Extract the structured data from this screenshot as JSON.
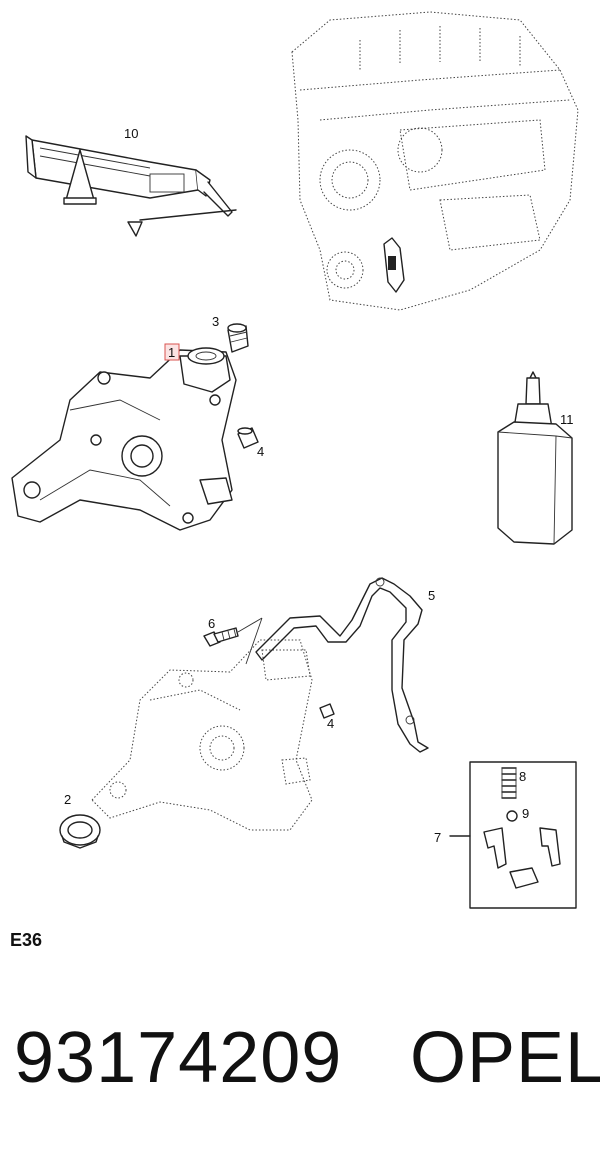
{
  "callouts": {
    "c1": "1",
    "c2": "2",
    "c3": "3",
    "c4a": "4",
    "c4b": "4",
    "c5": "5",
    "c6": "6",
    "c7": "7",
    "c8": "8",
    "c9": "9",
    "c10": "10",
    "c11": "11"
  },
  "section_code": "E36",
  "footer": {
    "part_number": "93174209",
    "brand": "OPEL"
  },
  "colors": {
    "highlight_stroke": "#d9534f",
    "highlight_fill": "#fbe3e3"
  }
}
